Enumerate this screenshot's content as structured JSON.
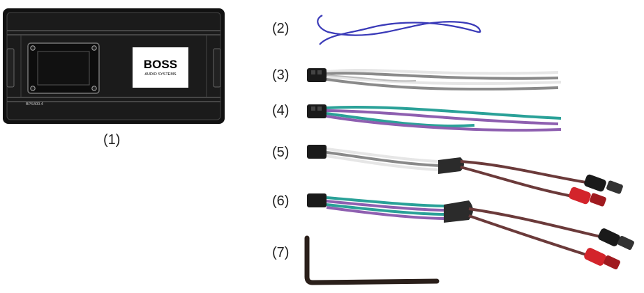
{
  "amplifier": {
    "label": "(1)",
    "brand": "BOSS",
    "brand_sub": "AUDIO SYSTEMS",
    "model": "BPS400.4"
  },
  "items": [
    {
      "label": "(2)",
      "icon": "remote-wire"
    },
    {
      "label": "(3)",
      "icon": "speaker-harness-gray-white"
    },
    {
      "label": "(4)",
      "icon": "speaker-harness-green-purple"
    },
    {
      "label": "(5)",
      "icon": "rca-input-harness-gray-white"
    },
    {
      "label": "(6)",
      "icon": "rca-input-harness-green-purple"
    },
    {
      "label": "(7)",
      "icon": "hex-key"
    }
  ],
  "colors": {
    "body": "#111111",
    "blue_wire": "#3a3ab8",
    "gray_wire": "#8a8a8a",
    "white_wire": "#e6e6e6",
    "green_wire": "#2aa198",
    "purple_wire": "#8e5fb0",
    "rca_red": "#d3242b",
    "rca_black": "#1a1a1a"
  }
}
